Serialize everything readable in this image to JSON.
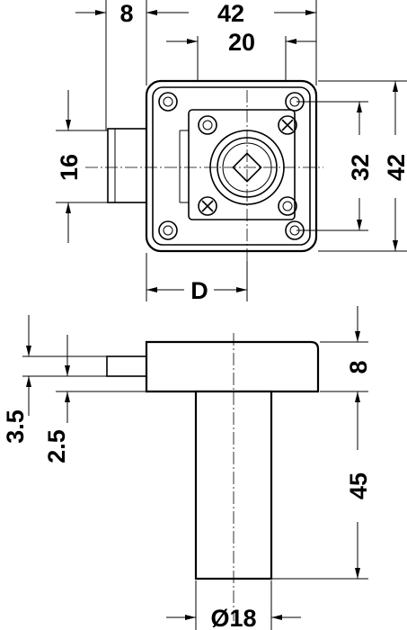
{
  "dimensions": {
    "top_left_width": "8",
    "top_total_width": "42",
    "top_hole_spacing": "20",
    "bolt_height": "16",
    "hole_vertical_spacing": "32",
    "plate_height": "42",
    "backset": "D",
    "bolt_offset_top": "3.5",
    "bolt_offset_bottom": "2.5",
    "head_thickness": "8",
    "cylinder_length": "45",
    "cylinder_diameter": "Ø18"
  }
}
